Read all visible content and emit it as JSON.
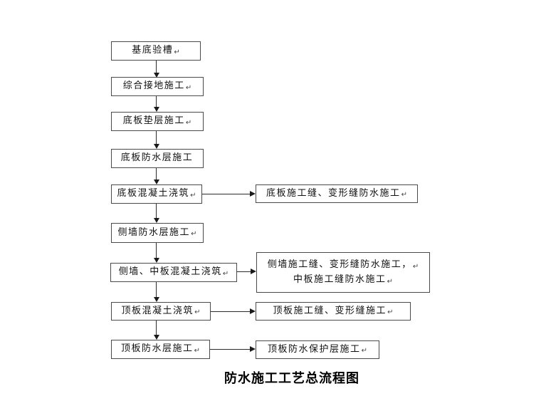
{
  "title": "防水施工工艺总流程图",
  "flow": {
    "steps": [
      {
        "text": "基底验槽",
        "mark": "↵"
      },
      {
        "text": "综合接地施工",
        "mark": "↵"
      },
      {
        "text": "底板垫层施工",
        "mark": "↵"
      },
      {
        "text": "底板防水层施工",
        "mark": ""
      },
      {
        "text": "底板混凝土浇筑",
        "mark": "↵"
      },
      {
        "text": "侧墙防水层施工",
        "mark": "↵"
      },
      {
        "text": "侧墙、中板混凝土浇筑",
        "mark": "↵"
      },
      {
        "text": "顶板混凝土浇筑",
        "mark": "↵"
      },
      {
        "text": "顶板防水层施工",
        "mark": "↵"
      }
    ],
    "branches": [
      {
        "lines": [
          {
            "text": "底板施工缝、变形缝防水施工",
            "mark": "↵"
          }
        ]
      },
      {
        "lines": [
          {
            "text": "侧墙施工缝、变形缝防水施工，",
            "mark": "↵"
          },
          {
            "text": "中板施工缝防水施工",
            "mark": "↵"
          }
        ]
      },
      {
        "lines": [
          {
            "text": "顶板施工缝、变形缝施工",
            "mark": "↵"
          }
        ]
      },
      {
        "lines": [
          {
            "text": "顶板防水保护层施工",
            "mark": "↵"
          }
        ]
      }
    ]
  },
  "icons": {
    "arrow_down": "filled-triangle-down",
    "arrow_right": "filled-triangle-right",
    "return_mark": "↵"
  },
  "colors": {
    "background": "#ffffff",
    "box_border": "#4a4a4a",
    "line": "#2b2b2b",
    "text": "#111111"
  }
}
